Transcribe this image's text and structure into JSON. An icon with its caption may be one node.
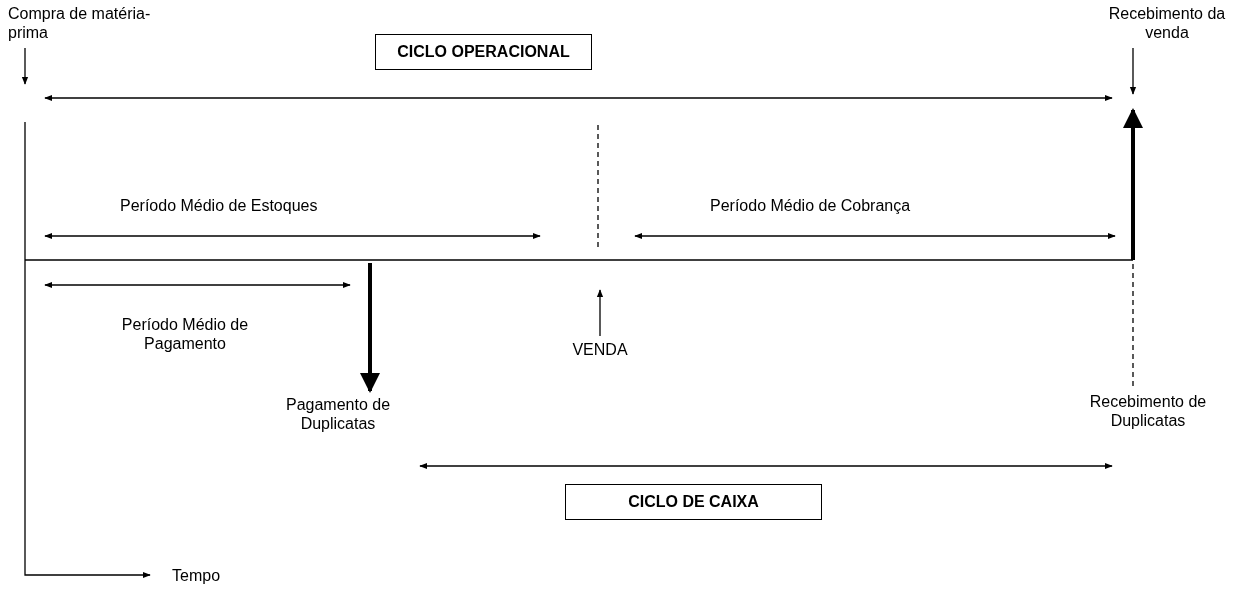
{
  "diagram": {
    "nodes": [
      {
        "text": [
          "Compra de matéria-prima"
        ]
      },
      {
        "text": [
          "CICLO OPERACIONAL"
        ]
      },
      {
        "text": [
          "Recebimento da venda"
        ]
      },
      {
        "text": [
          "VENDA"
        ]
      },
      {
        "text": [
          "Pagamento de Duplicatas"
        ]
      },
      {
        "text": [
          "Recebimento de Duplicatas"
        ]
      },
      {
        "text": [
          "CICLO DE CAIXA"
        ]
      }
    ],
    "edges": [
      {
        "from": 0,
        "to": null,
        "arrow": "to"
      },
      {
        "from": 2,
        "to": null,
        "arrow": "to"
      },
      {
        "from": 3,
        "to": null,
        "arrow": "to"
      },
      {
        "from": null,
        "to": 4,
        "arrow": "to",
        "style": "thick"
      },
      {
        "from": 5,
        "to": null,
        "arrow": "none",
        "style": "dashed"
      },
      {
        "from": null,
        "to": 2,
        "arrow": "to",
        "style": "thick"
      }
    ],
    "labels": [
      "Período Médio de Estoques",
      "Período Médio de Cobrança",
      "Período Médio de Pagamento",
      "Tempo"
    ]
  }
}
